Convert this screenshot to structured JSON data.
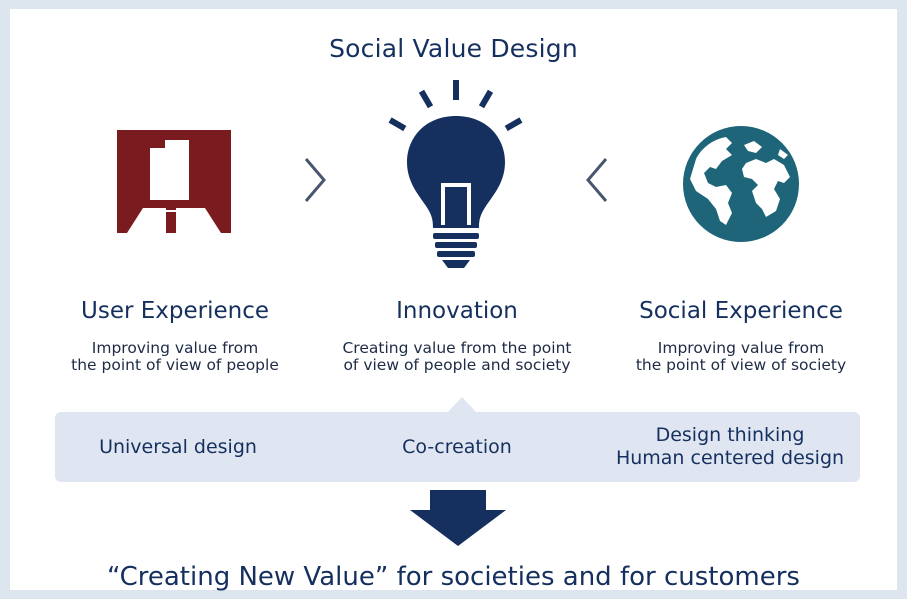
{
  "title": "Social Value Design",
  "columns": [
    {
      "icon": "building-icon",
      "heading": "User Experience",
      "desc_line1": "Improving value from",
      "desc_line2": "the point of view of people"
    },
    {
      "icon": "lightbulb-icon",
      "heading": "Innovation",
      "desc_line1": "Creating value from the point",
      "desc_line2": "of view of people and society"
    },
    {
      "icon": "globe-icon",
      "heading": "Social Experience",
      "desc_line1": "Improving value from",
      "desc_line2": "the point of view of society"
    }
  ],
  "band": {
    "item1": "Universal design",
    "item2": "Co-creation",
    "item3_line1": "Design thinking",
    "item3_line2": "Human centered design"
  },
  "conclusion": "“Creating New Value” for societies and for customers",
  "colors": {
    "navy": "#15305e",
    "maroon": "#7a1b1f",
    "teal": "#1e6579",
    "band": "#dfe6f2",
    "background": "#dde6ee"
  }
}
